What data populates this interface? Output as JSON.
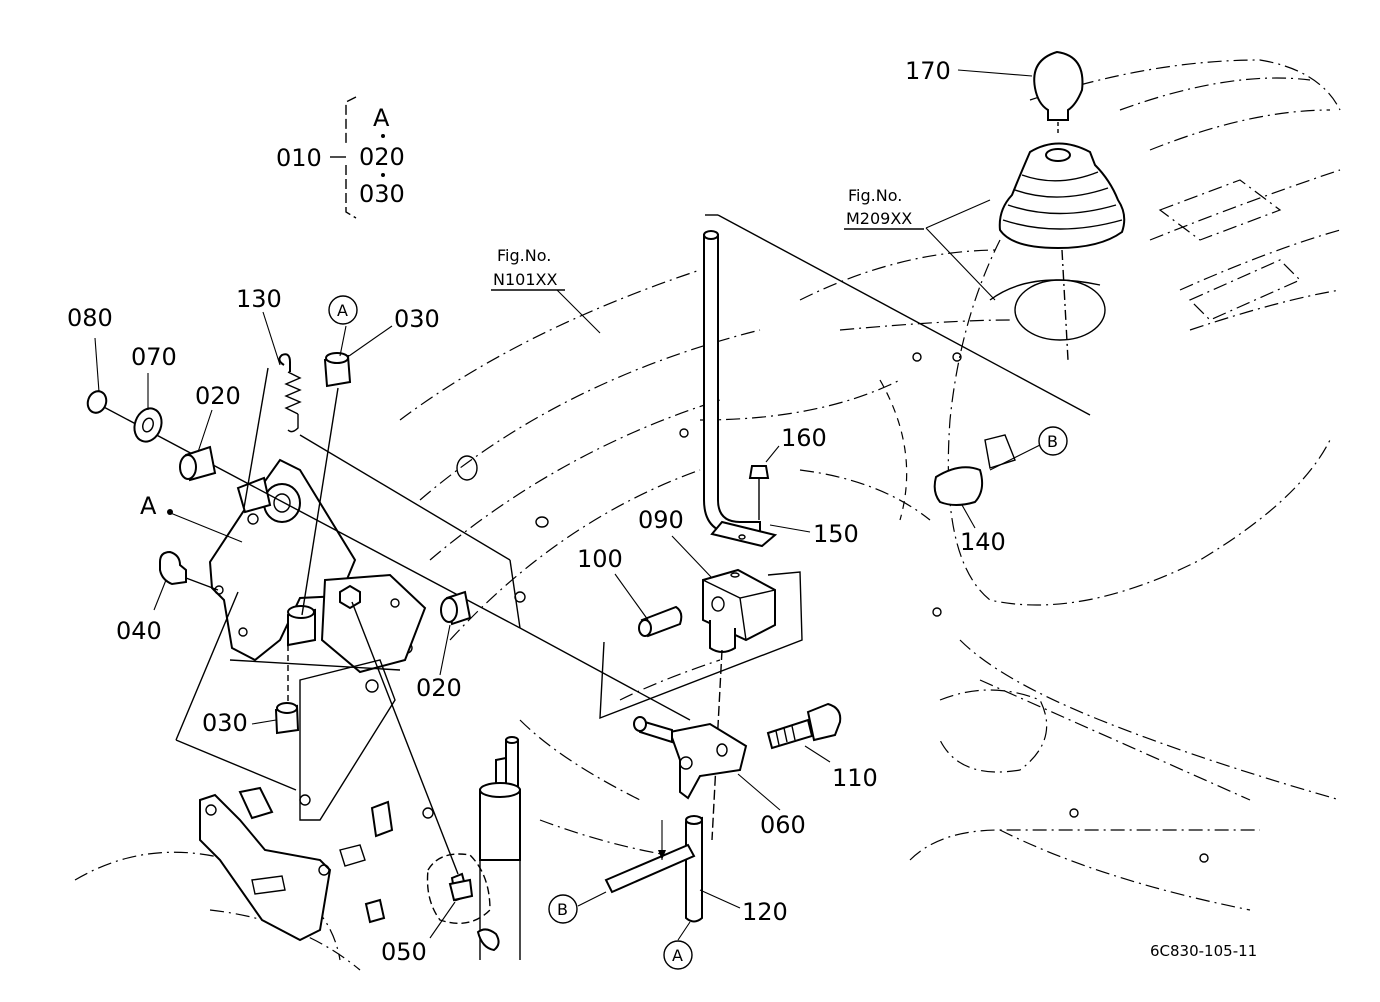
{
  "group": {
    "parent": "010",
    "items": [
      "A",
      "020",
      "030"
    ]
  },
  "fig_refs": [
    {
      "line1": "Fig.No.",
      "line2": "N101XX"
    },
    {
      "line1": "Fig.No.",
      "line2": "M209XX"
    }
  ],
  "parts": [
    {
      "label": "170"
    },
    {
      "label": "130"
    },
    {
      "label": "030"
    },
    {
      "label": "080"
    },
    {
      "label": "070"
    },
    {
      "label": "020"
    },
    {
      "label": "160"
    },
    {
      "label": "090"
    },
    {
      "label": "150"
    },
    {
      "label": "140"
    },
    {
      "label": "100"
    },
    {
      "label": "040"
    },
    {
      "label": "020"
    },
    {
      "label": "030"
    },
    {
      "label": "110"
    },
    {
      "label": "060"
    },
    {
      "label": "120"
    },
    {
      "label": "050"
    }
  ],
  "point_a_label": "A",
  "circle_refs": [
    "A",
    "B",
    "B",
    "A"
  ],
  "drawing_code": "6C830-105-11"
}
